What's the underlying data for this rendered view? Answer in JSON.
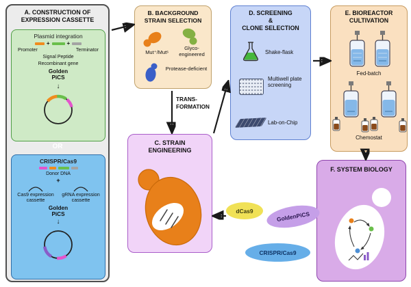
{
  "panel_a": {
    "title": "A. CONSTRUCTION OF EXPRESSION CASSETTE",
    "plasmid_box": {
      "title": "Plasmid integration",
      "plus": "+",
      "promoter_label": "Promoter",
      "terminator_label": "Terminator",
      "signal_peptide_label": "Signal Peptide",
      "recombinant_gene_label": "Recombinant gene",
      "golden_pics_label": "Golden PiCS"
    },
    "or_label": "OR",
    "crispr_box": {
      "title": "CRISPR/Cas9",
      "donor_dna_label": "Donor DNA",
      "plus": "+",
      "cas9_cassette_label": "Cas9 expression cassette",
      "grna_cassette_label": "gRNA expression cassette",
      "golden_pics_label": "Golden PiCS"
    }
  },
  "panel_b": {
    "title": "B. BACKGROUND STRAIN SELECTION",
    "mut_label": "Mut⁺/Mutˢ",
    "glyco_label": "Glyco-engineered",
    "protease_label": "Protease-deficient"
  },
  "panel_c": {
    "title": "C. STRAIN ENGINEERING"
  },
  "panel_d": {
    "title_lines": [
      "D. SCREENING",
      "&",
      "CLONE SELECTION"
    ],
    "shake_flask_label": "Shake-flask",
    "multiwell_label": "Multiwell plate screening",
    "lab_on_chip_label": "Lab-on-Chip"
  },
  "panel_e": {
    "title": "E. BIOREACTOR CULTIVATION",
    "fed_batch_label": "Fed-batch",
    "chemostat_label": "Chemostat"
  },
  "panel_f": {
    "title": "F. SYSTEM BIOLOGY"
  },
  "transformation_lines": [
    "TRANS-",
    "FORMATION"
  ],
  "tool_ovals": {
    "dcas9_label": "dCas9",
    "goldenpics_label": "GoldenPiCS",
    "crispr_label": "CRISPR/Cas9"
  },
  "icons": {
    "down_arrow": "↓"
  },
  "colors": {
    "panel_a_bg": "#ececec",
    "plasmid_box_bg": "#cfeac6",
    "crispr_box_bg": "#7fc3ef",
    "panel_b_bg": "#fae7ca",
    "panel_c_bg": "#f1d4f8",
    "panel_d_bg": "#c7d6f7",
    "panel_e_bg": "#fae0c0",
    "panel_f_bg": "#d9abe8",
    "dcas9_oval_bg": "#f0e156",
    "goldenpics_oval_bg": "#c59fe8",
    "crispr_oval_bg": "#66aee8",
    "cell_orange": "#e8801a",
    "cell_green": "#84b043",
    "cell_blue": "#3a5fc8",
    "arrow_color": "#1a1a1a"
  }
}
